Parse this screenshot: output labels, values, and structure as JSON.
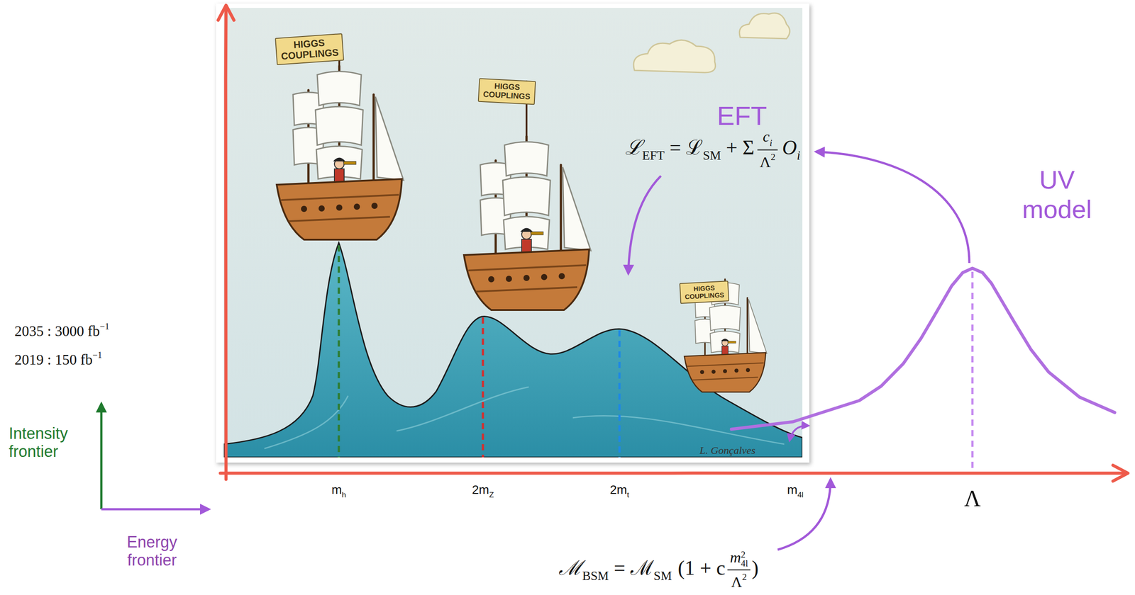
{
  "diagram": {
    "nodes": [
      {
        "text": [
          "HIGGS COUPLINGS"
        ]
      },
      {
        "text": [
          "HIGGS COUPLINGS"
        ]
      },
      {
        "text": [
          "HIGGS COUPLINGS"
        ]
      }
    ],
    "labels": [
      "EFT",
      "ℒ",
      "EFT",
      "= ℒ",
      "SM",
      "+ Σ",
      "c",
      "i",
      "Λ",
      "2",
      "O",
      "i",
      "UV model",
      "2035 : 3000 fb",
      "−1",
      "2019 : 150 fb",
      "−1",
      "Intensity frontier",
      "Energy frontier",
      "m",
      "h",
      "2m",
      "Z",
      "2m",
      "t",
      "m",
      "4l",
      "Λ",
      "ℳ",
      "BSM",
      "= ℳ",
      "SM",
      "(1 + c",
      "m",
      "2",
      "4l",
      "Λ",
      "2",
      ")",
      "L. Gonçalves"
    ]
  }
}
